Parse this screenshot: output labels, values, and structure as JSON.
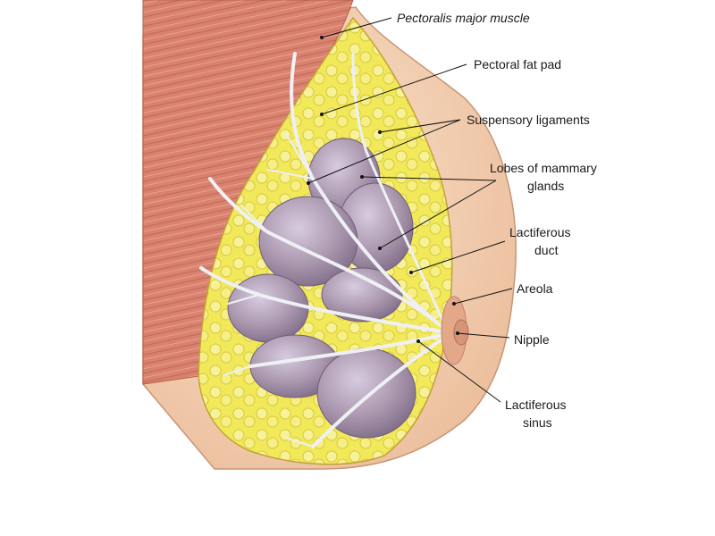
{
  "labels": {
    "pectoralis": "Pectoralis major muscle",
    "fat_pad": "Pectoral fat pad",
    "suspensory": "Suspensory ligaments",
    "lobes_line1": "Lobes of mammary",
    "lobes_line2": "glands",
    "duct_line1": "Lactiferous",
    "duct_line2": "duct",
    "areola": "Areola",
    "nipple": "Nipple",
    "sinus_line1": "Lactiferous",
    "sinus_line2": "sinus"
  },
  "colors": {
    "skin": "#f5d3b3",
    "muscle": "#d9826f",
    "fat": "#f3ec5a",
    "lobe": "#a996ad",
    "duct": "#e6e6ee"
  }
}
